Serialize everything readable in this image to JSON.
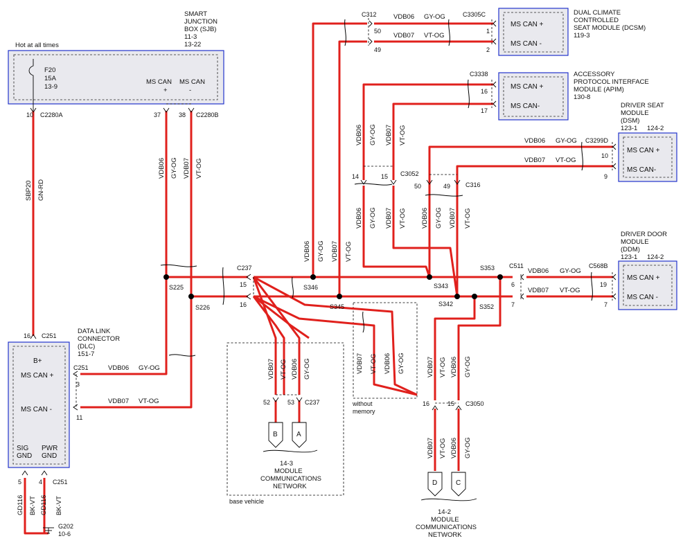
{
  "modules": {
    "sjb": {
      "title": [
        "SMART",
        "JUNCTION",
        "BOX (SJB)",
        "11-3",
        "13-22"
      ],
      "hot": "Hot at all times",
      "fuse": [
        "F20",
        "15A",
        "13-9"
      ],
      "pin1": "MS CAN",
      "pin1b": "+",
      "pin2": "MS CAN",
      "pin2b": "-"
    },
    "dcsm": {
      "title": [
        "DUAL CLIMATE",
        "CONTROLLED",
        "SEAT MODULE (DCSM)",
        "119-3"
      ],
      "can_plus": "MS CAN +",
      "can_minus": "MS CAN -"
    },
    "apim": {
      "title": [
        "ACCESSORY",
        "PROTOCOL INTERFACE",
        "MODULE (APIM)",
        "130-8"
      ],
      "can_plus": "MS CAN +",
      "can_minus": "MS CAN-"
    },
    "dsm": {
      "title": [
        "DRIVER SEAT",
        "MODULE",
        "(DSM)"
      ],
      "ref1": "123-1",
      "ref2": "124-2",
      "can_plus": "MS CAN +",
      "can_minus": "MS CAN-"
    },
    "ddm": {
      "title": [
        "DRIVER DOOR",
        "MODULE",
        "(DDM)"
      ],
      "ref1": "123-1",
      "ref2": "124-2",
      "can_plus": "MS CAN +",
      "can_minus": "MS CAN -"
    },
    "dlc": {
      "title": [
        "DATA LINK",
        "CONNECTOR",
        "(DLC)",
        "151-7"
      ],
      "bplus": "B+",
      "can_plus": "MS CAN +",
      "can_minus": "MS CAN -",
      "sig": [
        "SIG",
        "GND"
      ],
      "pwr": [
        "PWR",
        "GND"
      ]
    }
  },
  "connectors": {
    "c2280a": "C2280A",
    "c2280b": "C2280B",
    "c251": "C251",
    "c312": "C312",
    "c3305c": "C3305C",
    "c3338": "C3338",
    "c3299d": "C3299D",
    "c3052": "C3052",
    "c316": "C316",
    "c237": "C237",
    "c511": "C511",
    "c568b": "C568B",
    "c3050": "C3050"
  },
  "splices": {
    "s225": "S225",
    "s226": "S226",
    "s346": "S346",
    "s345": "S345",
    "s343": "S343",
    "s342": "S342",
    "s352": "S352",
    "s353": "S353"
  },
  "pins": {
    "p10": "10",
    "p37": "37",
    "p38": "38",
    "p16": "16",
    "p3": "3",
    "p11": "11",
    "p5": "5",
    "p4": "4",
    "p50": "50",
    "p49": "49",
    "p1": "1",
    "p2": "2",
    "p16b": "16",
    "p17": "17",
    "p10b": "10",
    "p9": "9",
    "p14": "14",
    "p15": "15",
    "p50b": "50",
    "p49b": "49",
    "p15b": "15",
    "p16c": "16",
    "p6": "6",
    "p7": "7",
    "p19": "19",
    "p7b": "7",
    "p52": "52",
    "p53": "53",
    "p16d": "16",
    "p15c": "15"
  },
  "wires": {
    "vdb06": "VDB06",
    "gyog": "GY-OG",
    "vdb07": "VDB07",
    "vtog": "VT-OG",
    "sbp20": "SBP20",
    "gnrd": "GN-RD",
    "gd116": "GD116",
    "bkvt": "BK-VT"
  },
  "ground": {
    "name": "G202",
    "ref": "10-6"
  },
  "network_left": {
    "ref": "14-3",
    "line1": "MODULE",
    "line2": "COMMUNICATIONS",
    "line3": "NETWORK",
    "b": "B",
    "a": "A",
    "caption": "base vehicle"
  },
  "network_right": {
    "ref": "14-2",
    "line1": "MODULE",
    "line2": "COMMUNICATIONS",
    "line3": "NETWORK",
    "d": "D",
    "c": "C"
  },
  "memory_note": [
    "without",
    "memory"
  ]
}
